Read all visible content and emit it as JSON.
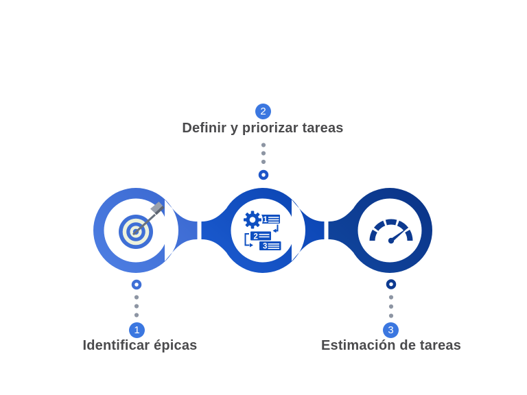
{
  "diagram": {
    "type": "process-infographic",
    "language": "es",
    "background_color": "#ffffff",
    "label_text_color": "#4a4a4c",
    "badge_color": "#3b77e0",
    "dot_color": "#8d95a3",
    "steps": [
      {
        "number": "1",
        "label": "Identificar épicas",
        "icon": "target-dart-icon",
        "node_color": "#3e6fd6",
        "label_position": "below"
      },
      {
        "number": "2",
        "label": "Definir y priorizar tareas",
        "icon": "gear-task-list-icon",
        "node_color": "#0f51c5",
        "label_position": "above"
      },
      {
        "number": "3",
        "label": "Estimación de tareas",
        "icon": "speedometer-icon",
        "node_color": "#0d3d92",
        "label_position": "below"
      }
    ],
    "workflow_icon_numbers": [
      "1",
      "2",
      "3"
    ]
  }
}
